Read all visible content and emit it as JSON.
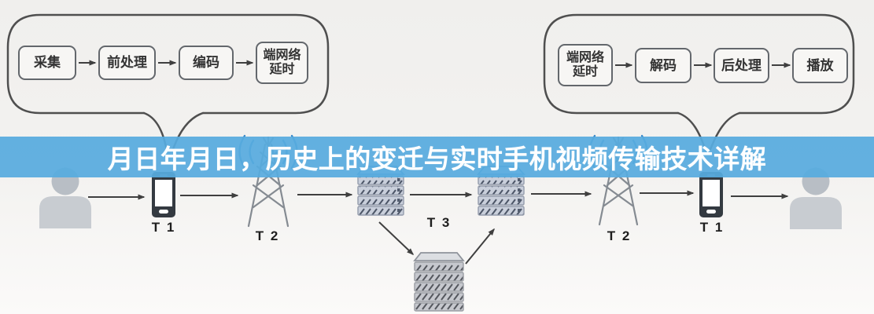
{
  "title": "月日年月日，历史上的变迁与实时手机视频传输技术详解",
  "colors": {
    "banner_blue": "#57abdf",
    "background": "#f3f2f0",
    "diagram_stroke": "#4f4f4f",
    "wave_blue": "#3a89c9",
    "server_slab": "#c9cfdb",
    "person_gray": "#c8ccd1"
  },
  "sender_pipeline": {
    "steps": [
      {
        "label": "采集"
      },
      {
        "label": "前处理"
      },
      {
        "label": "编码"
      },
      {
        "label": "端网络延时"
      }
    ]
  },
  "receiver_pipeline": {
    "steps": [
      {
        "label": "端网络延时"
      },
      {
        "label": "解码"
      },
      {
        "label": "后处理"
      },
      {
        "label": "播放"
      }
    ]
  },
  "chain_labels": {
    "phone": "T 1",
    "tower": "T 2",
    "server": "T 3"
  }
}
